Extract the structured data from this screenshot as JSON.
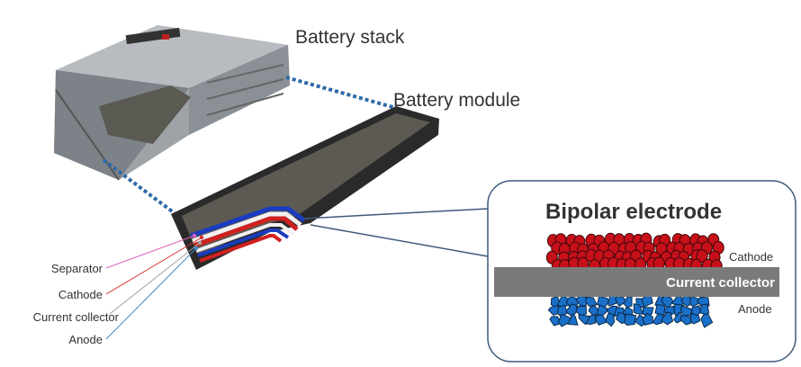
{
  "labels": {
    "battery_stack": "Battery stack",
    "battery_module": "Battery module",
    "bipolar_title": "Bipolar electrode",
    "detail_cathode": "Cathode",
    "detail_current_collector": "Current collector",
    "detail_anode": "Anode"
  },
  "layers": [
    {
      "label": "Separator",
      "color": "#e060c0"
    },
    {
      "label": "Cathode",
      "color": "#d83030"
    },
    {
      "label": "Current collector",
      "color": "#a0a0a0"
    },
    {
      "label": "Anode",
      "color": "#3a8ac8"
    }
  ],
  "colors": {
    "cathode": "#c8101a",
    "anode": "#1a6fc8",
    "collector": "#7a7a7a",
    "dotted_line": "#2e6aa8",
    "callout_border": "#3e5a7a",
    "module_frame": "#2a2a2a"
  }
}
